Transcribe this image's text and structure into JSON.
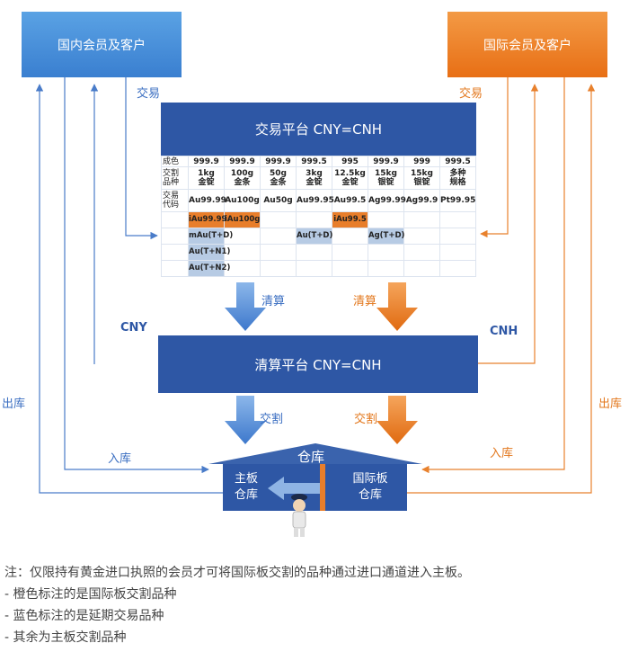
{
  "boxes": {
    "domestic": "国内会员及客户",
    "international": "国际会员及客户"
  },
  "trade_platform": {
    "title": "交易平台 CNY=CNH",
    "row_labels": [
      "成色",
      "交割\n品种",
      "交易\n代码"
    ],
    "products": [
      {
        "fineness": "999.9",
        "spec": "1kg\n金锭",
        "code": "Au99.99"
      },
      {
        "fineness": "999.9",
        "spec": "100g\n金条",
        "code": "Au100g"
      },
      {
        "fineness": "999.9",
        "spec": "50g\n金条",
        "code": "Au50g"
      },
      {
        "fineness": "999.5",
        "spec": "3kg\n金锭",
        "code": "Au99.95"
      },
      {
        "fineness": "995",
        "spec": "12.5kg\n金锭",
        "code": "Au99.5"
      },
      {
        "fineness": "999.9",
        "spec": "15kg\n银锭",
        "code": "Ag99.99"
      },
      {
        "fineness": "999",
        "spec": "15kg\n银锭",
        "code": "Ag99.9"
      },
      {
        "fineness": "999.5",
        "spec": "多种\n规格",
        "code": "Pt99.95"
      }
    ],
    "intl_codes": [
      "iAu99.99",
      "iAu100g",
      "iAu99.5"
    ],
    "deferred_codes": [
      "mAu(T+D)",
      "Au(T+D)",
      "Ag(T+D)",
      "Au(T+N1)",
      "Au(T+N2)"
    ]
  },
  "clearing_platform": {
    "title": "清算平台 CNY=CNH"
  },
  "warehouse": {
    "title": "仓库",
    "main": "主板\n仓库",
    "intl": "国际板\n仓库"
  },
  "labels": {
    "trade_left": "交易",
    "trade_right": "交易",
    "clear_left": "清算",
    "clear_right": "清算",
    "cny": "CNY",
    "cnh": "CNH",
    "delivery_left": "交割",
    "delivery_right": "交割",
    "out_left": "出库",
    "out_right": "出库",
    "in_left": "入库",
    "in_right": "入库"
  },
  "notes": [
    "注：仅限持有黄金进口执照的会员才可将国际板交割的品种通过进口通道进入主板。",
    "- 橙色标注的是国际板交割品种",
    "- 蓝色标注的是延期交易品种",
    "- 其余为主板交割品种"
  ],
  "colors": {
    "blue": "#2e57a5",
    "light_blue": "#5aa2e4",
    "orange": "#e86f15",
    "line_blue": "#3a6ec1"
  }
}
